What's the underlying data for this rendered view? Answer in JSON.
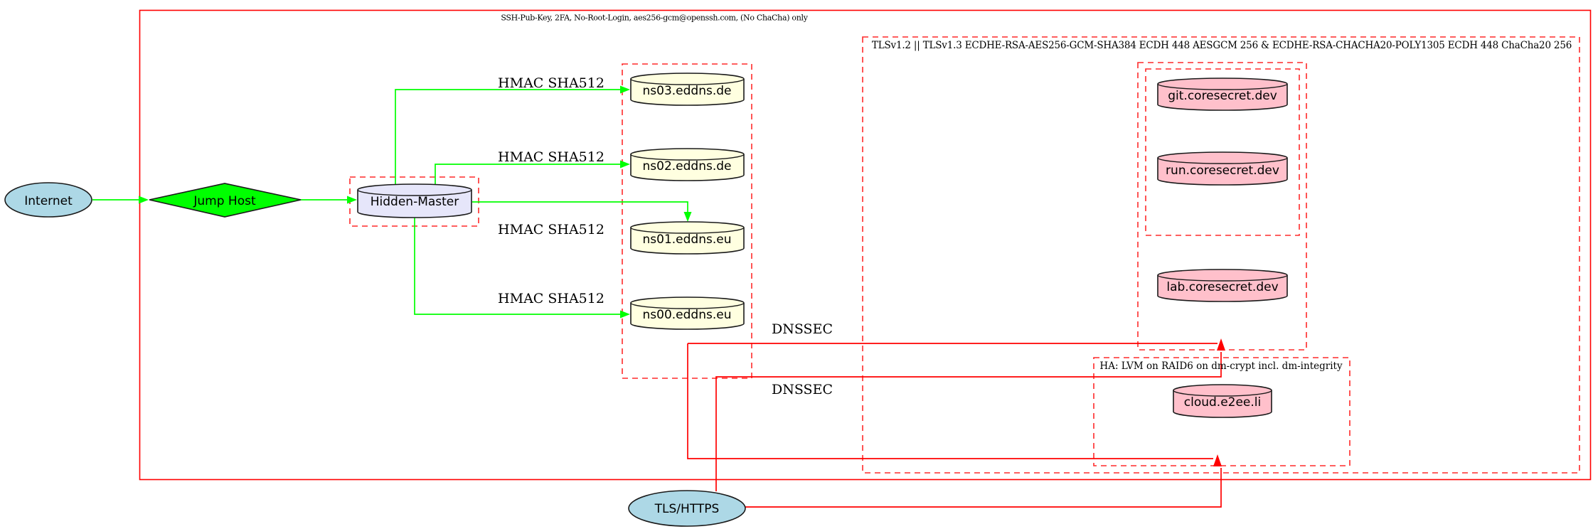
{
  "diagram": {
    "clusters": {
      "ssh_zone": {
        "label": "SSH-Pub-Key, 2FA, No-Root-Login, aes256-gcm@openssh.com, (No ChaCha) only"
      },
      "tls_zone": {
        "label": "TLSv1.2 || TLSv1.3 ECDHE-RSA-AES256-GCM-SHA384 ECDH 448 AESGCM 256 & ECDHE-RSA-CHACHA20-POLY1305 ECDH 448 ChaCha20 256"
      },
      "ha_zone": {
        "label": "HA: LVM on RAID6 on dm-crypt incl. dm-integrity"
      }
    },
    "nodes": {
      "internet": {
        "label": "Internet"
      },
      "jump_host": {
        "label": "Jump Host"
      },
      "hidden_master": {
        "label": "Hidden-Master"
      },
      "ns03": {
        "label": "ns03.eddns.de"
      },
      "ns02": {
        "label": "ns02.eddns.de"
      },
      "ns01": {
        "label": "ns01.eddns.eu"
      },
      "ns00": {
        "label": "ns00.eddns.eu"
      },
      "git": {
        "label": "git.coresecret.dev"
      },
      "run": {
        "label": "run.coresecret.dev"
      },
      "lab": {
        "label": "lab.coresecret.dev"
      },
      "cloud": {
        "label": "cloud.e2ee.li"
      },
      "tls_https": {
        "label": "TLS/HTTPS"
      }
    },
    "edge_labels": {
      "hmac": "HMAC SHA512",
      "dnssec": "DNSSEC"
    },
    "colors": {
      "node_blue": "#add8e6",
      "node_green": "#00ff00",
      "node_lavender": "#e6e6fa",
      "node_yellow": "#ffffe0",
      "node_pink": "#ffc0cb",
      "edge_green": "#00ff00",
      "edge_red": "#ff0000",
      "box_red": "#ff2a2a",
      "outline": "#1a1a1a"
    }
  }
}
